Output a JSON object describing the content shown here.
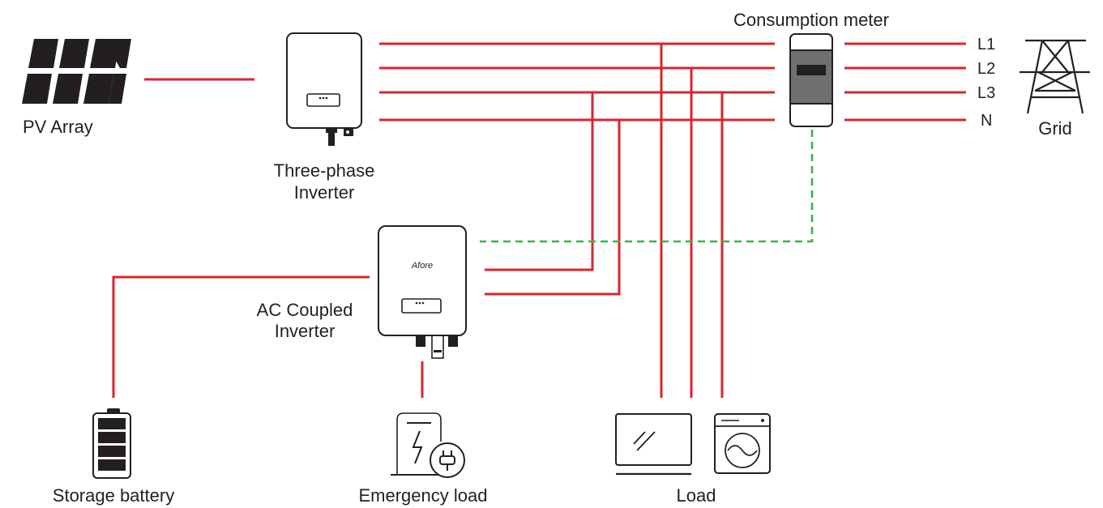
{
  "labels": {
    "pv_array": "PV Array",
    "three_phase_1": "Three-phase",
    "three_phase_2": "Inverter",
    "consumption_meter": "Consumption meter",
    "grid": "Grid",
    "ac_coupled_1": "AC Coupled",
    "ac_coupled_2": "Inverter",
    "brand": "Afore",
    "storage_battery": "Storage battery",
    "emergency_load": "Emergency load",
    "load": "Load"
  },
  "phases": [
    "L1",
    "L2",
    "L3",
    "N"
  ],
  "colors": {
    "power_line": "#d7262f",
    "communication_line": "#3bb349",
    "ink": "#231f20",
    "meter_body": "#707070"
  },
  "icons": [
    "solar-panel-icon",
    "inverter-icon",
    "meter-icon",
    "pylon-icon",
    "battery-icon",
    "charger-icon",
    "monitor-icon",
    "washing-machine-icon"
  ]
}
